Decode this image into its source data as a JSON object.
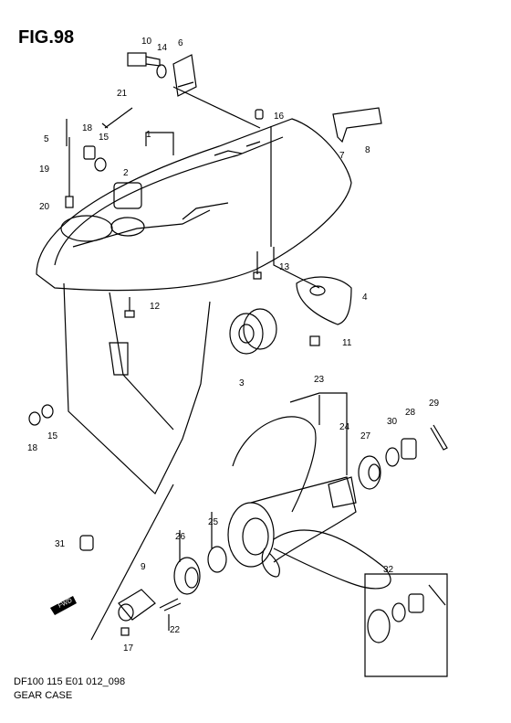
{
  "figure": {
    "title": "FIG.98"
  },
  "footer": {
    "code": "DF100 115 E01 012_098",
    "name": "GEAR CASE"
  },
  "fwd_arrow": {
    "label": "FWD"
  },
  "callouts": [
    "1",
    "2",
    "3",
    "4",
    "5",
    "6",
    "7",
    "8",
    "9",
    "10",
    "11",
    "12",
    "13",
    "14",
    "15",
    "15",
    "16",
    "17",
    "18",
    "18",
    "19",
    "20",
    "21",
    "22",
    "23",
    "24",
    "25",
    "26",
    "27",
    "28",
    "29",
    "30",
    "31",
    "32"
  ]
}
